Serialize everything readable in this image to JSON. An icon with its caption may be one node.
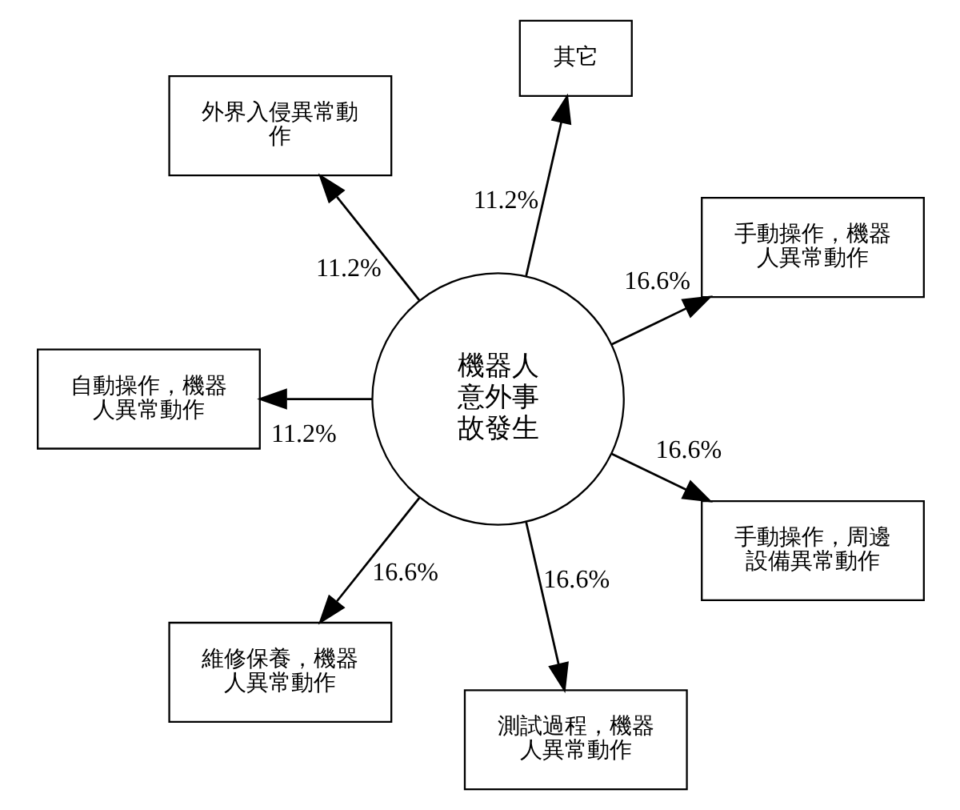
{
  "diagram": {
    "nodes": [
      {
        "text": [
          "手動操作，機器人異常動作"
        ]
      },
      {
        "text": [
          "其它"
        ]
      },
      {
        "text": [
          "手動操作，周邊設備異常動作"
        ]
      },
      {
        "text": [
          "機器人意外事故發生"
        ]
      },
      {
        "text": [
          "測試過程，機器人異常動作"
        ]
      },
      {
        "text": [
          "外界入侵異常動作"
        ]
      },
      {
        "text": [
          "維修保養，機器人異常動作"
        ]
      },
      {
        "text": [
          "自動操作，機器人異常動作"
        ]
      }
    ],
    "edges": [
      {
        "from": 3,
        "to": 0,
        "arrow": "to",
        "label": "16.6%"
      },
      {
        "from": 3,
        "to": 1,
        "arrow": "to",
        "label": "11.2%"
      },
      {
        "from": 3,
        "to": 5,
        "arrow": "to",
        "label": "11.2%"
      },
      {
        "from": 3,
        "to": 7,
        "arrow": "to",
        "label": "11.2%"
      },
      {
        "from": 3,
        "to": 6,
        "arrow": "to",
        "label": "16.6%"
      },
      {
        "from": 3,
        "to": 4,
        "arrow": "to",
        "label": "16.6%"
      },
      {
        "from": 3,
        "to": 2,
        "arrow": "to",
        "label": "16.6%"
      }
    ]
  }
}
